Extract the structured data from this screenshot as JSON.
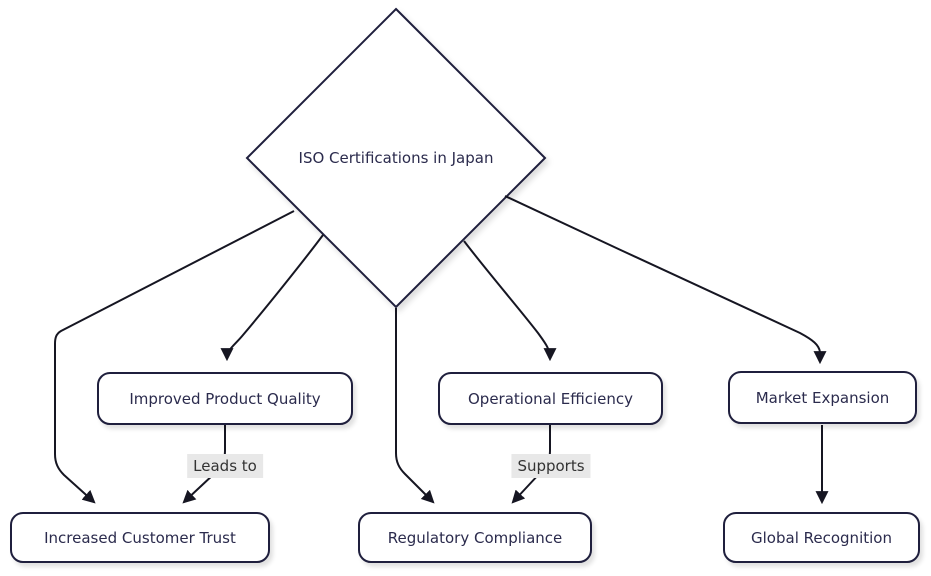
{
  "diagram": {
    "type": "flowchart",
    "background": "#ffffff",
    "root": {
      "label": "ISO Certifications in Japan",
      "shape": "diamond"
    },
    "nodes": [
      {
        "id": "improved-product-quality",
        "label": "Improved Product Quality"
      },
      {
        "id": "operational-efficiency",
        "label": "Operational Efficiency"
      },
      {
        "id": "market-expansion",
        "label": "Market Expansion"
      },
      {
        "id": "increased-customer-trust",
        "label": "Increased Customer Trust"
      },
      {
        "id": "regulatory-compliance",
        "label": "Regulatory Compliance"
      },
      {
        "id": "global-recognition",
        "label": "Global Recognition"
      }
    ],
    "edge_labels": {
      "leads_to": "Leads to",
      "supports": "Supports"
    },
    "edges": [
      {
        "from": "ISO Certifications in Japan",
        "to": "Increased Customer Trust",
        "label": ""
      },
      {
        "from": "ISO Certifications in Japan",
        "to": "Improved Product Quality",
        "label": ""
      },
      {
        "from": "ISO Certifications in Japan",
        "to": "Regulatory Compliance",
        "label": ""
      },
      {
        "from": "ISO Certifications in Japan",
        "to": "Operational Efficiency",
        "label": ""
      },
      {
        "from": "ISO Certifications in Japan",
        "to": "Market Expansion",
        "label": ""
      },
      {
        "from": "Improved Product Quality",
        "to": "Increased Customer Trust",
        "label": "Leads to"
      },
      {
        "from": "Operational Efficiency",
        "to": "Regulatory Compliance",
        "label": "Supports"
      },
      {
        "from": "Market Expansion",
        "to": "Global Recognition",
        "label": ""
      }
    ],
    "colors": {
      "node_fill": "#ffffff",
      "node_border": "#1f1f3d",
      "node_text": "#2b2b4d",
      "edge_stroke": "#161622",
      "edge_label_bg": "#e8e8e8",
      "edge_label_text": "#333333"
    }
  }
}
